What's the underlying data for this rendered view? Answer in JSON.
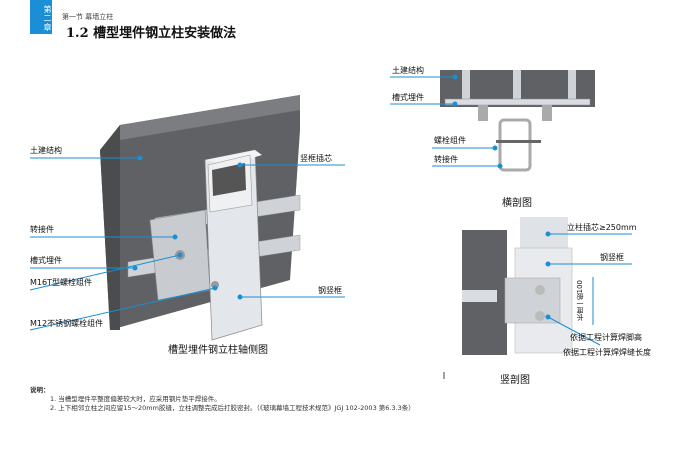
{
  "header": {
    "chapter": "第二章",
    "section": "第一节 幕墙立柱",
    "title": "1.2 槽型埋件钢立柱安装做法"
  },
  "axonometric": {
    "caption": "槽型埋件钢立柱轴侧图",
    "labels": [
      "土建结构",
      "竖框插芯",
      "转接件",
      "槽式埋件",
      "M16T型螺栓组件",
      "钢竖框",
      "M12不锈钢螺栓组件"
    ]
  },
  "cross_section": {
    "caption": "横剖图",
    "labels": [
      "土建结构",
      "槽式埋件",
      "螺栓组件",
      "转接件"
    ]
  },
  "vertical_section": {
    "caption": "竖剖图",
    "labels": [
      "立柱插芯≥250mm",
      "钢竖框",
      "依据工程计算焊脚高",
      "依据工程计算焊焊缝长度"
    ],
    "dimension": "长度一般100"
  },
  "notes": {
    "heading": "说明：",
    "items": [
      "1. 当槽型埋件平整度偏差较大时，应采用钢片垫平焊接件。",
      "2. 上下相邻立柱之间应留15～20mm胶缝，立柱调整完成后打胶密封。（《玻璃幕墙工程技术规范》JGJ 102-2003 第6.3.3条）"
    ]
  },
  "colors": {
    "accent": "#1a8fd6",
    "concrete": "#6d6f72",
    "steel": "#d9dde2"
  }
}
